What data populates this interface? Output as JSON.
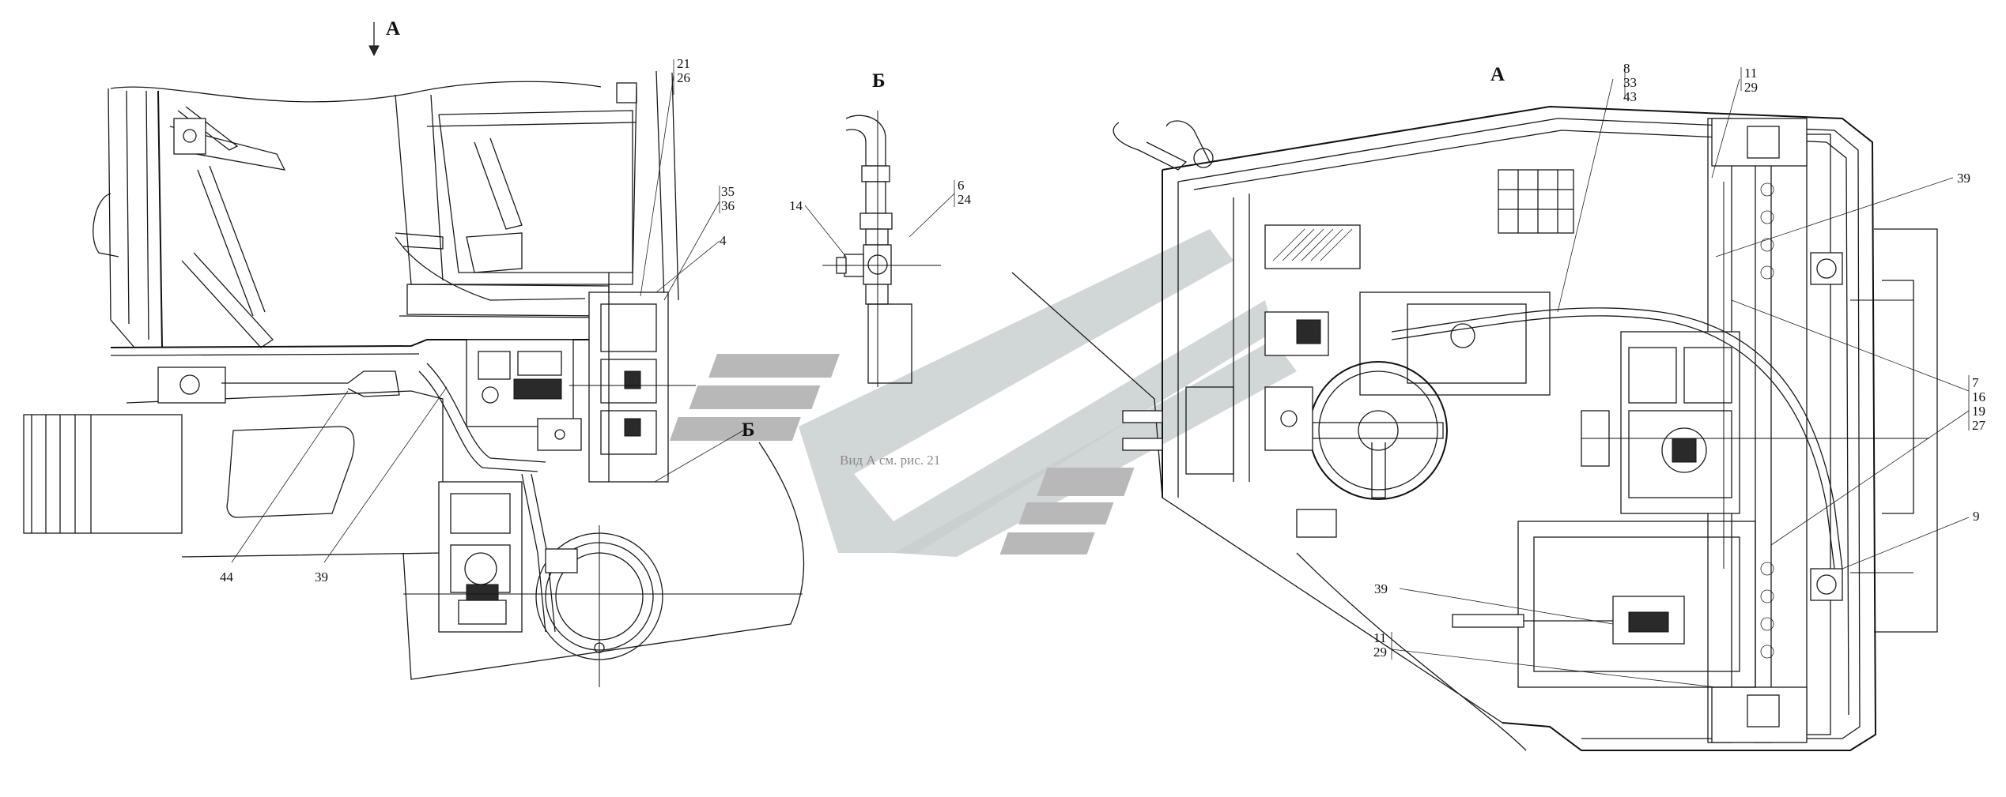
{
  "views": {
    "view_a_arrow": "А",
    "view_b_title": "Б",
    "view_a_title": "А",
    "view_b_marker": "Б"
  },
  "watermark": {
    "text": "Вид А см. рис. 21"
  },
  "callouts": {
    "left": {
      "c21_26": [
        "21",
        "26"
      ],
      "c35_36": [
        "35",
        "36"
      ],
      "c4": "4",
      "c44": "44",
      "c39": "39"
    },
    "middle": {
      "c14": "14",
      "c6_24": [
        "6",
        "24"
      ]
    },
    "right": {
      "c8_33_43": [
        "8",
        "33",
        "43"
      ],
      "c11_29_top": [
        "11",
        "29"
      ],
      "c39_top": "39",
      "c7_16_19_27": [
        "7",
        "16",
        "19",
        "27"
      ],
      "c9": "9",
      "c39_bottom": "39",
      "c11_29_bottom": [
        "11",
        "29"
      ]
    }
  }
}
